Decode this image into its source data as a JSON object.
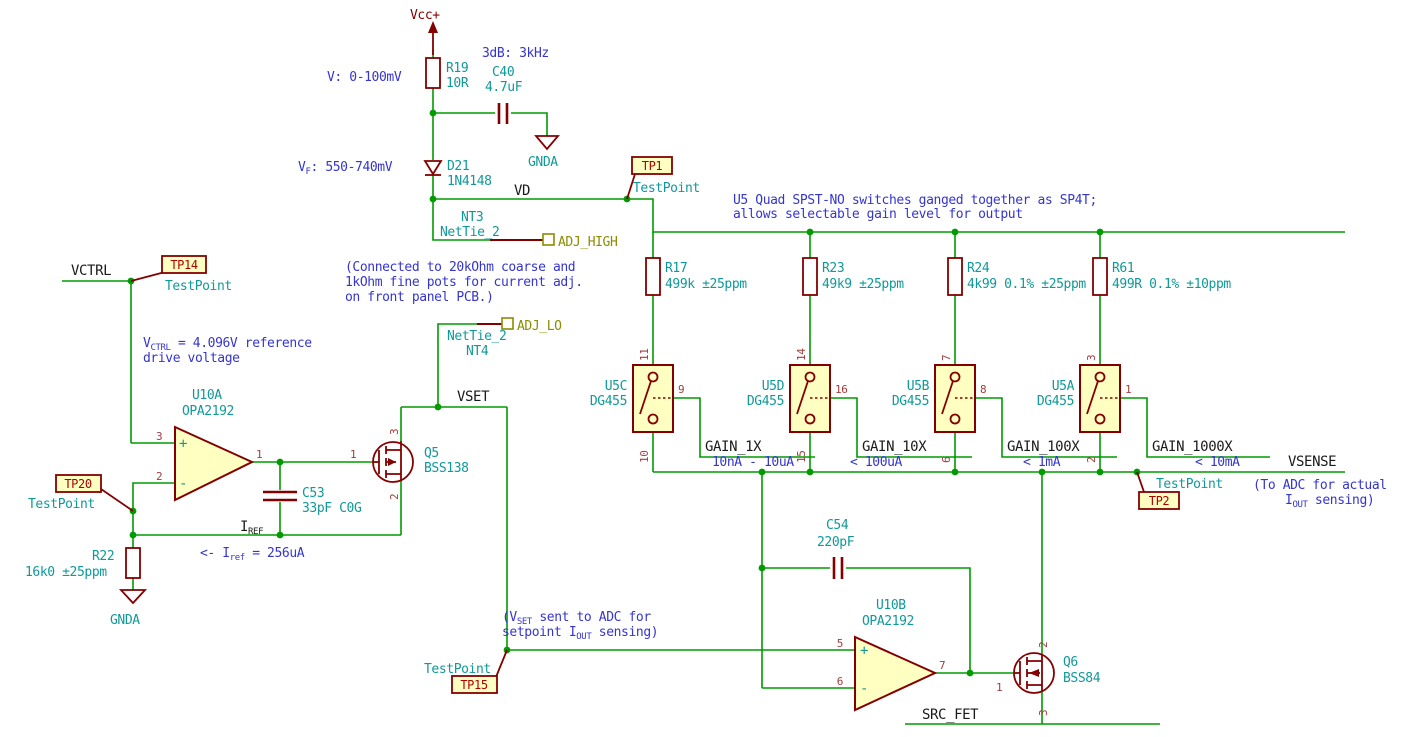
{
  "colors": {
    "wire": "#009B00",
    "component": "#840000",
    "field": "#109999",
    "net": "#1a1a1a",
    "note": "#3535CF",
    "olive": "#8C8C00",
    "pin_number": "#A33C3C",
    "symbol_fill": "#FFFFC2"
  },
  "power": {
    "vcc": "Vcc+",
    "gnda": "GNDA"
  },
  "top": {
    "r19": {
      "ref": "R19",
      "value": "10R"
    },
    "r19_note": "V: 0-100mV",
    "c40": {
      "ref": "C40",
      "value": "4.7uF",
      "note": "3dB: 3kHz"
    },
    "d21": {
      "ref": "D21",
      "value": "1N4148"
    },
    "d21_note": [
      {
        "t": "V"
      },
      {
        "t": "F",
        "sub": true
      },
      {
        "t": ": 550-740mV"
      }
    ],
    "net_vd": "VD"
  },
  "testpoints": {
    "tp1": {
      "id": "TP1",
      "label": "TestPoint"
    },
    "tp2": {
      "id": "TP2",
      "label": "TestPoint"
    },
    "tp14": {
      "id": "TP14",
      "label": "TestPoint"
    },
    "tp15": {
      "id": "TP15",
      "label": "TestPoint"
    },
    "tp20": {
      "id": "TP20",
      "label": "TestPoint"
    }
  },
  "nettie_high": {
    "ref": "NT3",
    "value": "NetTie_2",
    "flag": "ADJ_HIGH"
  },
  "nettie_low": {
    "value": "NetTie_2",
    "ref": "NT4",
    "flag": "ADJ_LO"
  },
  "pots_note": [
    "(Connected to 20kOhm coarse and",
    "1kOhm fine pots for current adj.",
    "on front panel PCB.)"
  ],
  "vctrl": {
    "net": "VCTRL",
    "note": [
      [
        {
          "t": "V"
        },
        {
          "t": "CTRL",
          "sub": true
        },
        {
          "t": " = 4.096V reference"
        }
      ],
      [
        {
          "t": "drive voltage"
        }
      ]
    ]
  },
  "u10a": {
    "ref": "U10A",
    "part": "OPA2192",
    "pin_plus": "3",
    "pin_minus": "2",
    "pin_out": "1",
    "plus": "+",
    "minus": "-"
  },
  "r22": {
    "ref": "R22",
    "value": "16k0 ±25ppm"
  },
  "iref": {
    "net": [
      {
        "t": "I"
      },
      {
        "t": "REF",
        "sub": true
      }
    ],
    "note": [
      {
        "t": "<- I"
      },
      {
        "t": "ref",
        "sub": true
      },
      {
        "t": " = 256uA"
      }
    ]
  },
  "c53": {
    "ref": "C53",
    "value": "33pF C0G"
  },
  "q5": {
    "ref": "Q5",
    "part": "BSS138",
    "pin_gate": "1",
    "pin_drain": "3",
    "pin_source": "2"
  },
  "vset": {
    "net": "VSET",
    "note": [
      [
        {
          "t": "(V"
        },
        {
          "t": "SET",
          "sub": true
        },
        {
          "t": " sent to ADC for"
        }
      ],
      [
        {
          "t": "setpoint I"
        },
        {
          "t": "OUT",
          "sub": true
        },
        {
          "t": " sensing)"
        }
      ]
    ]
  },
  "bank": {
    "note": [
      "U5 Quad SPST-NO switches ganged together as SP4T;",
      "allows selectable gain level for output"
    ],
    "units": [
      {
        "ref": "U5C",
        "part": "DG455",
        "resistor": {
          "ref": "R17",
          "value": "499k ±25ppm"
        },
        "pin_top": "11",
        "pin_out": "9",
        "pin_bottom": "10",
        "gain": "GAIN_1X",
        "range": "10nA - 10uA"
      },
      {
        "ref": "U5D",
        "part": "DG455",
        "resistor": {
          "ref": "R23",
          "value": "49k9 ±25ppm"
        },
        "pin_top": "14",
        "pin_out": "16",
        "pin_bottom": "15",
        "gain": "GAIN_10X",
        "range": "< 100uA"
      },
      {
        "ref": "U5B",
        "part": "DG455",
        "resistor": {
          "ref": "R24",
          "value": "4k99 0.1% ±25ppm"
        },
        "pin_top": "7",
        "pin_out": "8",
        "pin_bottom": "6",
        "gain": "GAIN_100X",
        "range": "< 1mA"
      },
      {
        "ref": "U5A",
        "part": "DG455",
        "resistor": {
          "ref": "R61",
          "value": "499R 0.1% ±10ppm"
        },
        "pin_top": "3",
        "pin_out": "1",
        "pin_bottom": "2",
        "gain": "GAIN_1000X",
        "range": "< 10mA"
      }
    ]
  },
  "vsense": {
    "net": "VSENSE",
    "note": [
      [
        {
          "t": "(To ADC for actual"
        }
      ],
      [
        {
          "t": "I"
        },
        {
          "t": "OUT",
          "sub": true
        },
        {
          "t": " sensing)"
        }
      ]
    ]
  },
  "c54": {
    "ref": "C54",
    "value": "220pF"
  },
  "u10b": {
    "ref": "U10B",
    "part": "OPA2192",
    "pin_plus": "5",
    "pin_minus": "6",
    "pin_out": "7",
    "plus": "+",
    "minus": "-"
  },
  "q6": {
    "ref": "Q6",
    "part": "BSS84",
    "pin_gate": "1",
    "pin_drain": "2",
    "pin_source": "3"
  },
  "src_fet": "SRC_FET"
}
